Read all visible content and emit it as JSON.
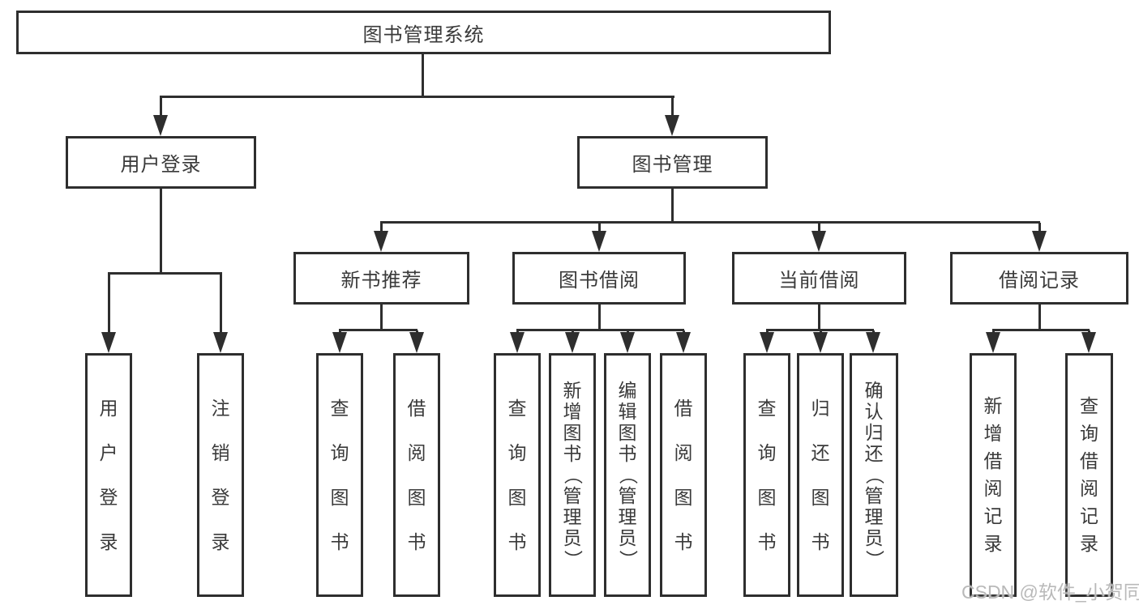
{
  "diagram_title": "图书管理系统",
  "nodes": {
    "root": "图书管理系统",
    "user_login_module": "用户登录",
    "book_mgmt_module": "图书管理",
    "new_book_recommend": "新书推荐",
    "book_borrow": "图书借阅",
    "current_borrow": "当前借阅",
    "borrow_records": "借阅记录",
    "leaf_user_login": "用户登录",
    "leaf_logout": "注销登录",
    "leaf_rec_query": "查询图书",
    "leaf_rec_borrow": "借阅图书",
    "leaf_bor_query": "查询图书",
    "leaf_bor_add": "新增图书（管理员）",
    "leaf_bor_edit": "编辑图书（管理员）",
    "leaf_bor_borrow": "借阅图书",
    "leaf_cur_query": "查询图书",
    "leaf_cur_return": "归还图书",
    "leaf_cur_confirm": "确认归还（管理员）",
    "leaf_recd_add": "新增借阅记录",
    "leaf_recd_query": "查询借阅记录"
  },
  "watermark": "CSDN @软件_小贺同学",
  "colors": {
    "line": "#2e2e2e",
    "text": "#3a3a3a",
    "watermark": "#b9b9b9",
    "background": "#ffffff"
  }
}
